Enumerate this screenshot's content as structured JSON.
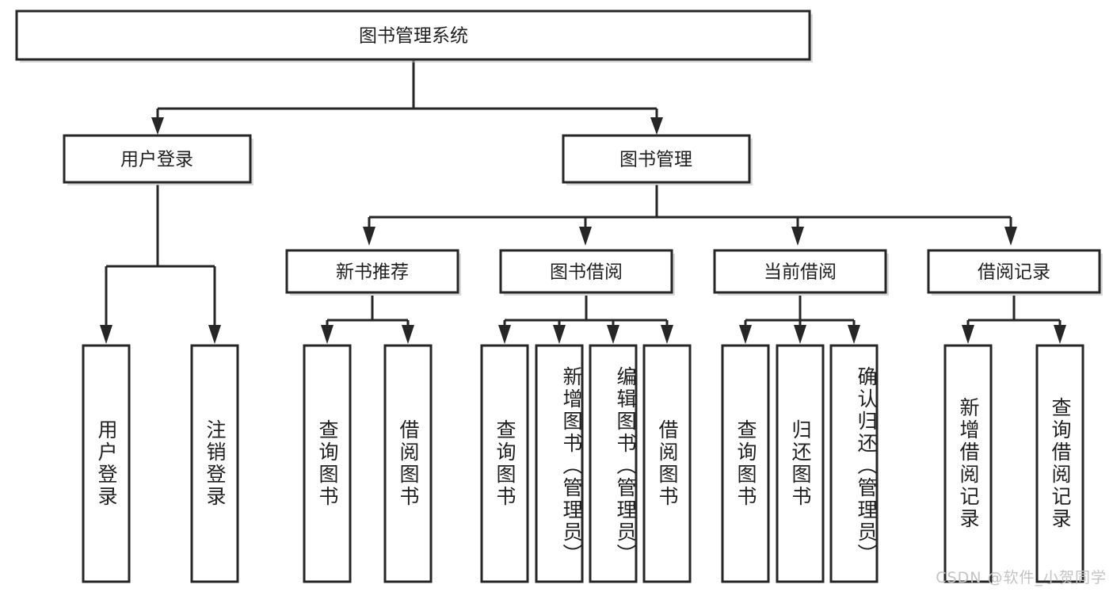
{
  "diagram": {
    "title": "图书管理系统",
    "type": "tree-hierarchy-chart",
    "watermark": "CSDN @软件_小贺同学",
    "root": {
      "id": "root",
      "label": "图书管理系统",
      "orientation": "horizontal"
    },
    "level2": [
      {
        "id": "user-login",
        "label": "用户登录",
        "orientation": "horizontal"
      },
      {
        "id": "book-manage",
        "label": "图书管理",
        "orientation": "horizontal"
      }
    ],
    "level3": [
      {
        "id": "new-book-recommend",
        "label": "新书推荐",
        "orientation": "horizontal",
        "parent": "book-manage"
      },
      {
        "id": "book-borrow",
        "label": "图书借阅",
        "orientation": "horizontal",
        "parent": "book-manage"
      },
      {
        "id": "current-borrow",
        "label": "当前借阅",
        "orientation": "horizontal",
        "parent": "book-manage"
      },
      {
        "id": "borrow-record",
        "label": "借阅记录",
        "orientation": "horizontal",
        "parent": "book-manage"
      }
    ],
    "leaves": [
      {
        "id": "leaf-user-login",
        "label": "用户登录",
        "parent": "user-login",
        "orientation": "vertical"
      },
      {
        "id": "leaf-logout-login",
        "label": "注销登录",
        "parent": "user-login",
        "orientation": "vertical"
      },
      {
        "id": "leaf-query-book-1",
        "label": "查询图书",
        "parent": "new-book-recommend",
        "orientation": "vertical"
      },
      {
        "id": "leaf-borrow-book-1",
        "label": "借阅图书",
        "parent": "new-book-recommend",
        "orientation": "vertical"
      },
      {
        "id": "leaf-query-book-2",
        "label": "查询图书",
        "parent": "book-borrow",
        "orientation": "vertical"
      },
      {
        "id": "leaf-add-book",
        "label": "新增图书（管理员）",
        "parent": "book-borrow",
        "orientation": "vertical"
      },
      {
        "id": "leaf-edit-book",
        "label": "编辑图书（管理员）",
        "parent": "book-borrow",
        "orientation": "vertical"
      },
      {
        "id": "leaf-borrow-book-2",
        "label": "借阅图书",
        "parent": "book-borrow",
        "orientation": "vertical"
      },
      {
        "id": "leaf-query-book-3",
        "label": "查询图书",
        "parent": "current-borrow",
        "orientation": "vertical"
      },
      {
        "id": "leaf-return-book",
        "label": "归还图书",
        "parent": "current-borrow",
        "orientation": "vertical"
      },
      {
        "id": "leaf-confirm-return",
        "label": "确认归还（管理员）",
        "parent": "current-borrow",
        "orientation": "vertical"
      },
      {
        "id": "leaf-add-record",
        "label": "新增借阅记录",
        "parent": "borrow-record",
        "orientation": "vertical"
      },
      {
        "id": "leaf-query-record",
        "label": "查询借阅记录",
        "parent": "borrow-record",
        "orientation": "vertical"
      }
    ],
    "colors": {
      "box_fill": "#ffffff",
      "box_stroke": "#262626",
      "connector": "#262626",
      "text": "#1f1f1f",
      "watermark": "#c3c3c3",
      "background": "#ffffff"
    }
  },
  "chart_data": {
    "type": "diagram-tree",
    "title": "图书管理系统",
    "nodes": [
      {
        "id": "root",
        "label": "图书管理系统",
        "level": 0,
        "parent": null
      },
      {
        "id": "user-login",
        "label": "用户登录",
        "level": 1,
        "parent": "root"
      },
      {
        "id": "book-manage",
        "label": "图书管理",
        "level": 1,
        "parent": "root"
      },
      {
        "id": "new-book-recommend",
        "label": "新书推荐",
        "level": 2,
        "parent": "book-manage"
      },
      {
        "id": "book-borrow",
        "label": "图书借阅",
        "level": 2,
        "parent": "book-manage"
      },
      {
        "id": "current-borrow",
        "label": "当前借阅",
        "level": 2,
        "parent": "book-manage"
      },
      {
        "id": "borrow-record",
        "label": "借阅记录",
        "level": 2,
        "parent": "book-manage"
      },
      {
        "id": "leaf-user-login",
        "label": "用户登录",
        "level": 2,
        "parent": "user-login"
      },
      {
        "id": "leaf-logout-login",
        "label": "注销登录",
        "level": 2,
        "parent": "user-login"
      },
      {
        "id": "leaf-query-book-1",
        "label": "查询图书",
        "level": 3,
        "parent": "new-book-recommend"
      },
      {
        "id": "leaf-borrow-book-1",
        "label": "借阅图书",
        "level": 3,
        "parent": "new-book-recommend"
      },
      {
        "id": "leaf-query-book-2",
        "label": "查询图书",
        "level": 3,
        "parent": "book-borrow"
      },
      {
        "id": "leaf-add-book",
        "label": "新增图书（管理员）",
        "level": 3,
        "parent": "book-borrow"
      },
      {
        "id": "leaf-edit-book",
        "label": "编辑图书（管理员）",
        "level": 3,
        "parent": "book-borrow"
      },
      {
        "id": "leaf-borrow-book-2",
        "label": "借阅图书",
        "level": 3,
        "parent": "book-borrow"
      },
      {
        "id": "leaf-query-book-3",
        "label": "查询图书",
        "level": 3,
        "parent": "current-borrow"
      },
      {
        "id": "leaf-return-book",
        "label": "归还图书",
        "level": 3,
        "parent": "current-borrow"
      },
      {
        "id": "leaf-confirm-return",
        "label": "确认归还（管理员）",
        "level": 3,
        "parent": "current-borrow"
      },
      {
        "id": "leaf-add-record",
        "label": "新增借阅记录",
        "level": 3,
        "parent": "borrow-record"
      },
      {
        "id": "leaf-query-record",
        "label": "查询借阅记录",
        "level": 3,
        "parent": "borrow-record"
      }
    ],
    "edges": [
      [
        "root",
        "user-login"
      ],
      [
        "root",
        "book-manage"
      ],
      [
        "user-login",
        "leaf-user-login"
      ],
      [
        "user-login",
        "leaf-logout-login"
      ],
      [
        "book-manage",
        "new-book-recommend"
      ],
      [
        "book-manage",
        "book-borrow"
      ],
      [
        "book-manage",
        "current-borrow"
      ],
      [
        "book-manage",
        "borrow-record"
      ],
      [
        "new-book-recommend",
        "leaf-query-book-1"
      ],
      [
        "new-book-recommend",
        "leaf-borrow-book-1"
      ],
      [
        "book-borrow",
        "leaf-query-book-2"
      ],
      [
        "book-borrow",
        "leaf-add-book"
      ],
      [
        "book-borrow",
        "leaf-edit-book"
      ],
      [
        "book-borrow",
        "leaf-borrow-book-2"
      ],
      [
        "current-borrow",
        "leaf-query-book-3"
      ],
      [
        "current-borrow",
        "leaf-return-book"
      ],
      [
        "current-borrow",
        "leaf-confirm-return"
      ],
      [
        "borrow-record",
        "leaf-add-record"
      ],
      [
        "borrow-record",
        "leaf-query-record"
      ]
    ]
  }
}
